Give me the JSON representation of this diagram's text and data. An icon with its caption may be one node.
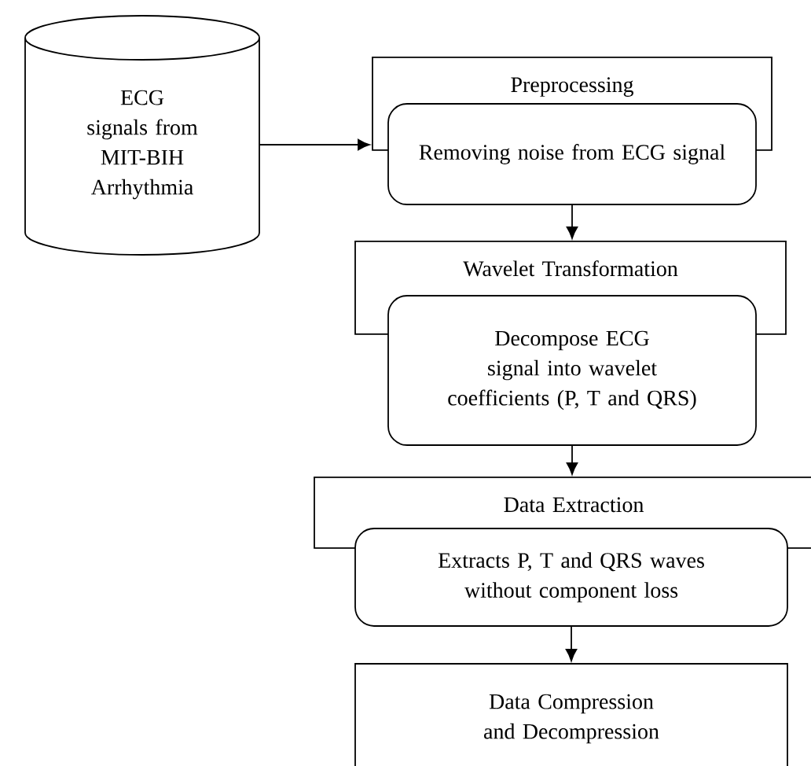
{
  "diagram": {
    "nodes": [
      {
        "text": [
          "ECG signals from MIT-BIH Arrhythmia"
        ]
      },
      {
        "text": [
          "Preprocessing"
        ]
      },
      {
        "text": [
          "Removing noise from ECG signal"
        ]
      },
      {
        "text": [
          "Wavelet Transformation"
        ]
      },
      {
        "text": [
          "Decompose ECG signal into wavelet coefficients (P, T and QRS)"
        ]
      },
      {
        "text": [
          "Data Extraction"
        ]
      },
      {
        "text": [
          "Extracts P, T and QRS waves without component loss"
        ]
      },
      {
        "text": [
          "Data Compression and Decompression"
        ]
      }
    ],
    "edges": [
      {
        "from": 0,
        "to": 1,
        "arrow": "to"
      },
      {
        "from": 2,
        "to": 3,
        "arrow": "to"
      },
      {
        "from": 4,
        "to": 5,
        "arrow": "to"
      },
      {
        "from": 6,
        "to": 7,
        "arrow": "to"
      }
    ]
  }
}
